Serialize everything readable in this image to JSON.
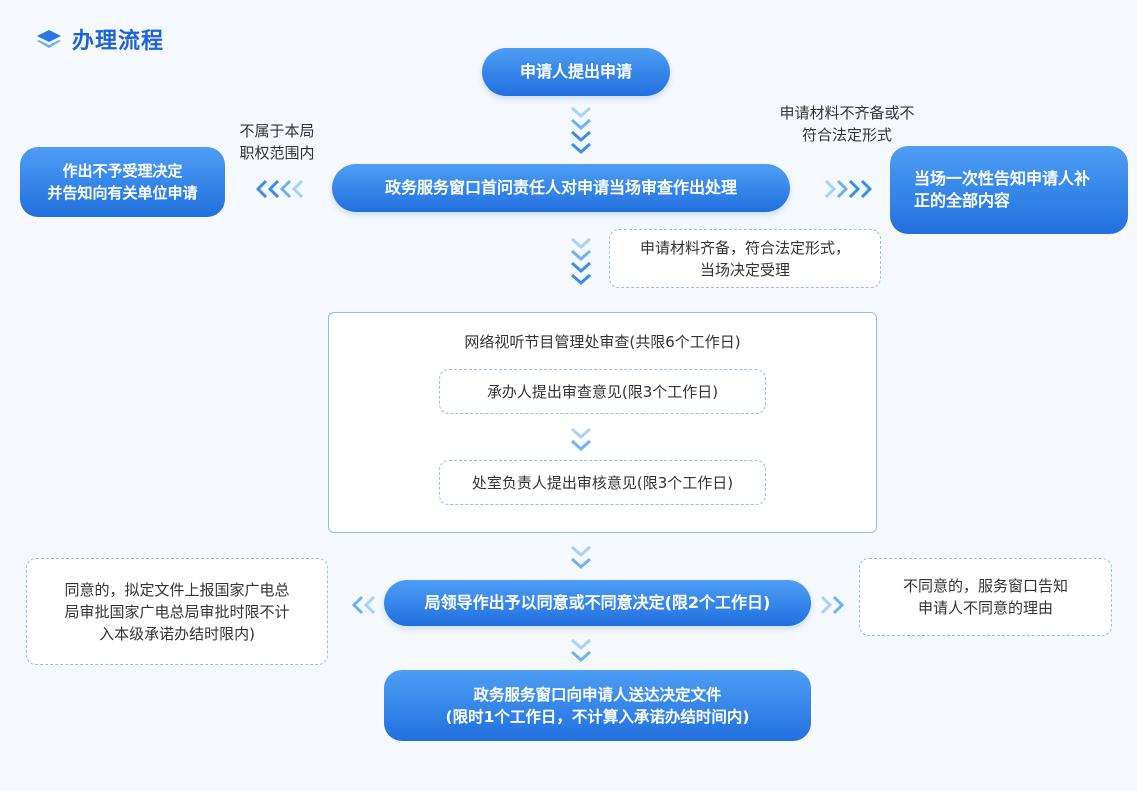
{
  "header": {
    "title": "办理流程",
    "icon": "layers-icon"
  },
  "flow": {
    "start": "申请人提出申请",
    "review": "政务服务窗口首问责任人对申请当场审查作出处理",
    "reject_box": "作出不予受理决定\n并告知向有关单位申请",
    "reject_note": "不属于本局\n职权范围内",
    "supplement_box": "当场一次性告知申请人补\n正的全部内容",
    "supplement_note": "申请材料不齐备或不\n符合法定形式",
    "accept_note": "申请材料齐备，符合法定形式，\n当场决定受理",
    "department_title": "网络视听节目管理处审查(共限6个工作日)",
    "step1": "承办人提出审查意见(限3个工作日)",
    "step2": "处室负责人提出审核意见(限3个工作日)",
    "decision": "局领导作出予以同意或不同意决定(限2个工作日)",
    "agree_note": "同意的，拟定文件上报国家广电总\n局审批国家广电总局审批时限不计\n入本级承诺办结时限内)",
    "disagree_note": "不同意的，服务窗口告知\n申请人不同意的理由",
    "final": "政务服务窗口向申请人送达决定文件\n(限时1个工作日，不计算入承诺办结时间内)"
  },
  "colors": {
    "accent": "#2170de",
    "arrow_dark": "#3a8ee8",
    "arrow_light": "#a8d2f7",
    "border": "#8fc0ef"
  }
}
